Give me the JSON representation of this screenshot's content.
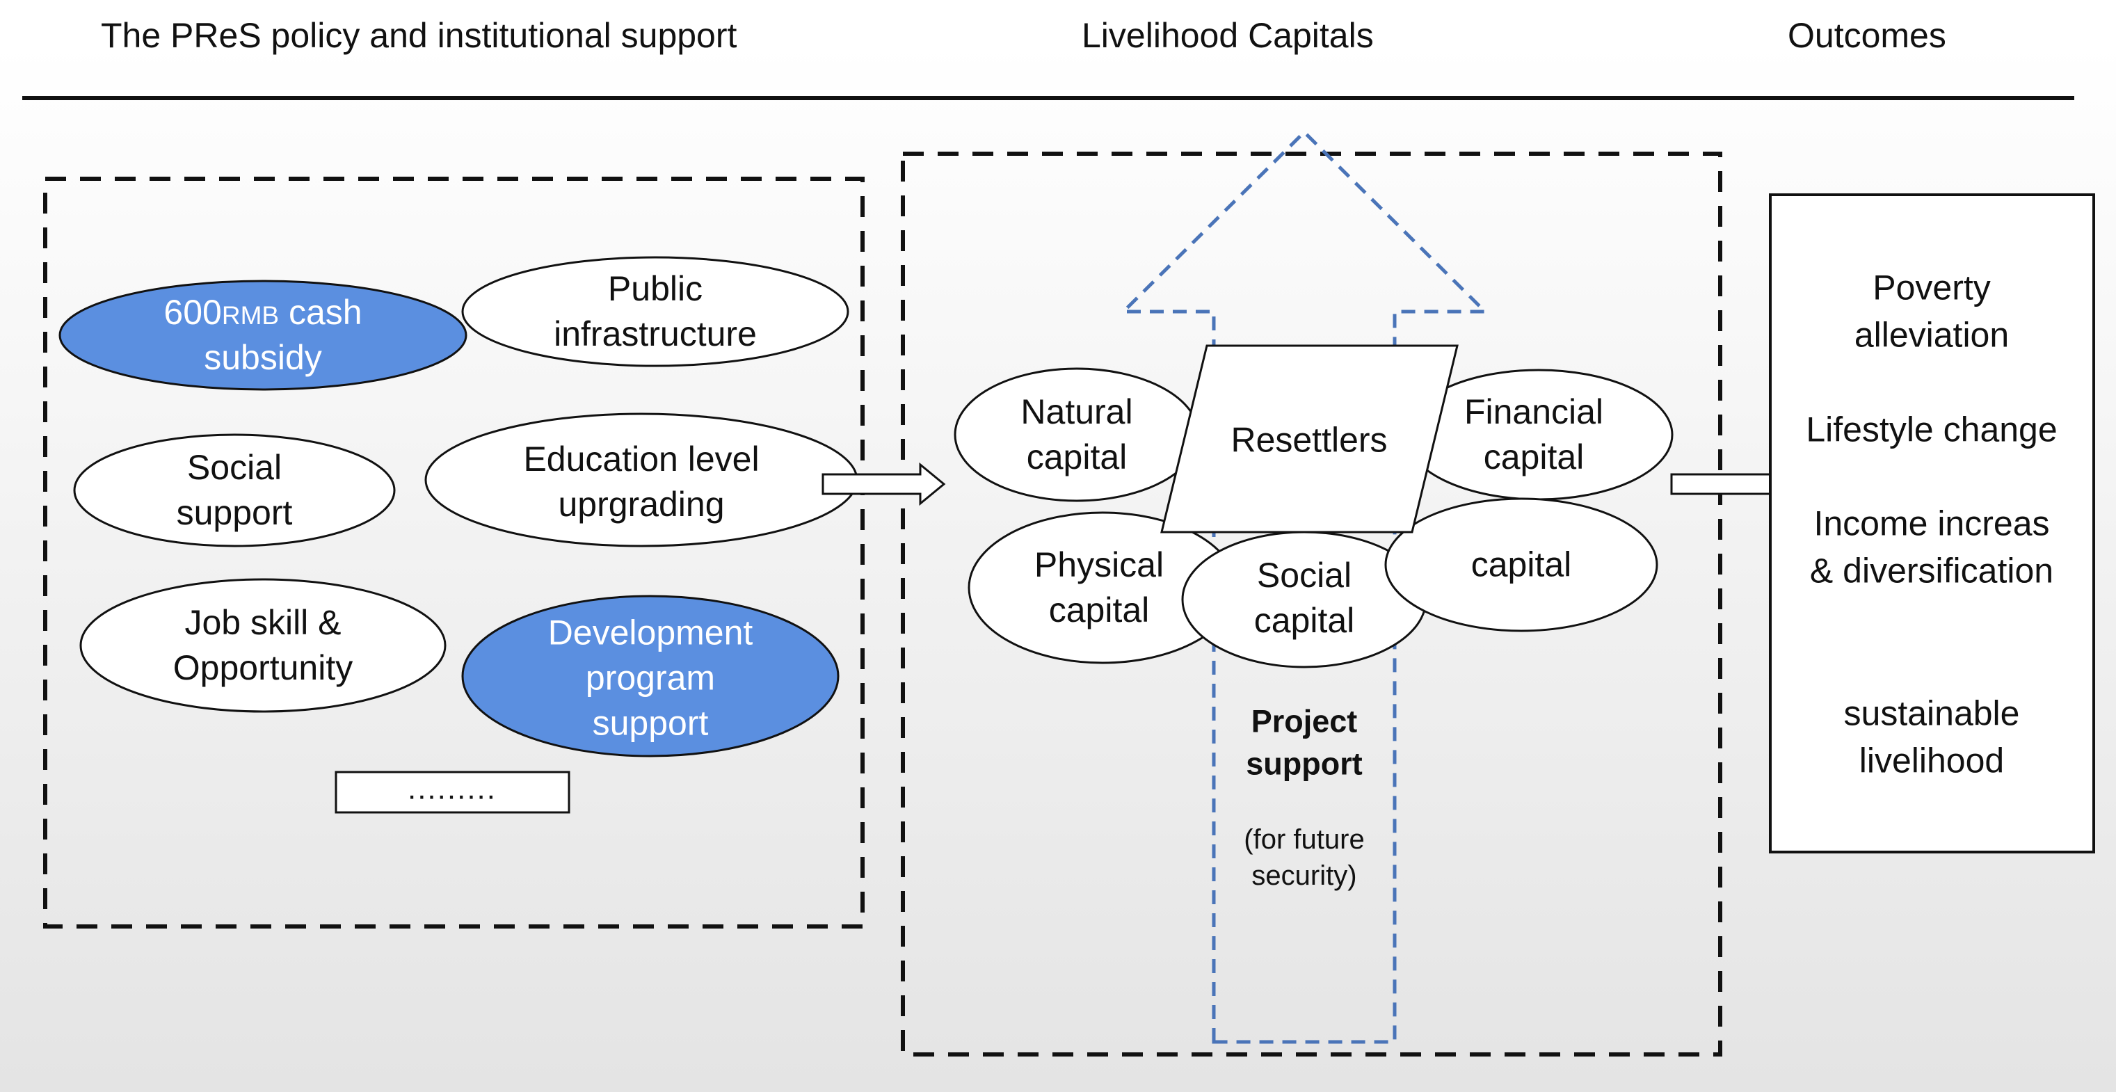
{
  "headers": {
    "policy": "The PReS policy and institutional support",
    "capitals": "Livelihood Capitals",
    "outcomes": "Outcomes"
  },
  "policy_items": {
    "cash_subsidy": {
      "amount": "600",
      "currency": "RMB",
      "line1_rest": " cash",
      "line2": "subsidy"
    },
    "public_infrastructure": {
      "line1": "Public",
      "line2": "infrastructure"
    },
    "social_support": {
      "line1": "Social",
      "line2": "support"
    },
    "education": {
      "line1": "Education level",
      "line2": "uprgrading"
    },
    "job_skill": {
      "line1": "Job skill &",
      "line2": "Opportunity"
    },
    "development": {
      "line1": "Development",
      "line2": "program",
      "line3": "support"
    },
    "more": "........."
  },
  "capitals": {
    "natural": {
      "line1": "Natural",
      "line2": "capital"
    },
    "resettlers": "Resettlers",
    "financial": {
      "line1": "Financial",
      "line2": "capital"
    },
    "physical": {
      "line1": "Physical",
      "line2": "capital"
    },
    "social": {
      "line1": "Social",
      "line2": "capital"
    },
    "human": "capital"
  },
  "project_support": {
    "title_line1": "Project",
    "title_line2": "support",
    "note_line1": "(for future",
    "note_line2": "security)"
  },
  "outcomes": {
    "poverty": {
      "line1": "Poverty",
      "line2": "alleviation"
    },
    "lifestyle": "Lifestyle change",
    "income": {
      "line1": "Income increas",
      "line2": "& diversification"
    },
    "sustainable": {
      "line1": "sustainable",
      "line2": "livelihood"
    }
  },
  "colors": {
    "highlight_fill": "#5b8fe0",
    "dashed_arrow": "#4a74b8",
    "stroke": "#111111"
  }
}
